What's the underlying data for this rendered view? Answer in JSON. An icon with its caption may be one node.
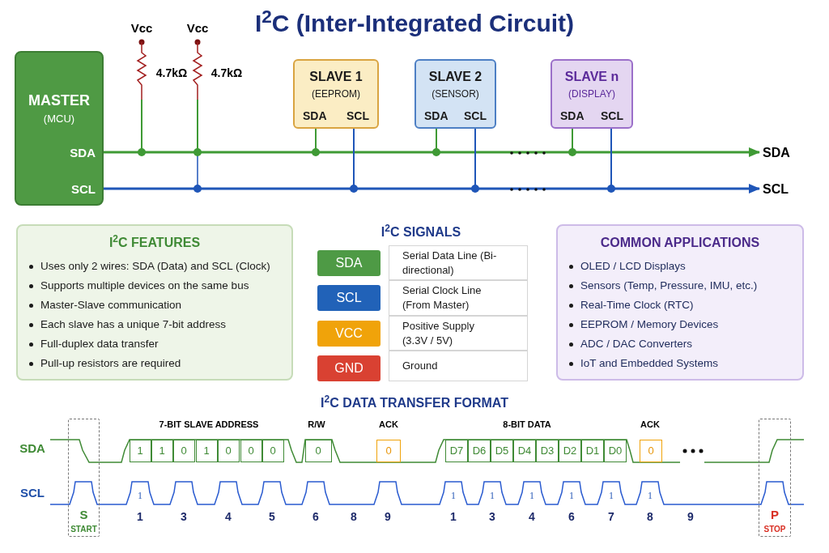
{
  "diagram": {
    "title": "I$^{2}$C (Inter-Integrated Circuit)",
    "nodes": [
      {
        "text": [
          "MASTER",
          "(MCU)",
          "SDA",
          "SCL"
        ]
      },
      {
        "text": [
          "SLAVE 1",
          "(EEPROM)",
          "SDA",
          "SCL"
        ]
      },
      {
        "text": [
          "SLAVE 2",
          "(SENSOR)",
          "SDA",
          "SCL"
        ]
      },
      {
        "text": [
          "SLAVE n",
          "(DISPLAY)",
          "SDA",
          "SCL"
        ]
      },
      {
        "text": [
          "SDA"
        ]
      },
      {
        "text": [
          "SCL"
        ]
      },
      {
        "text": [
          "I$^{2}$C FEATURES",
          "Uses only 2 wires: SDA (Data) and SCL (Clock)",
          "Supports multiple devices on the same bus",
          "Master-Slave communication",
          "Each slave has a unique 7-bit address",
          "Full-duplex data transfer",
          "Pull-up resistors are required"
        ]
      },
      {
        "text": [
          "SDA"
        ],
        "beside": [
          "Serial Data Line (Bi-directional)"
        ]
      },
      {
        "text": [
          "SCL"
        ],
        "beside": [
          "Serial Clock Line (From Master)"
        ]
      },
      {
        "text": [
          "VCC"
        ],
        "beside": [
          "Positive Supply (3.3V / 5V)"
        ]
      },
      {
        "text": [
          "GND"
        ],
        "beside": [
          "Ground"
        ]
      },
      {
        "text": [
          "COMMON APPLICATIONS",
          "OLED / LCD Displays",
          "Sensors (Temp, Pressure, IMU, etc.)",
          "Real-Time Clock (RTC)",
          "EEPROM / Memory Devices",
          "ADC / DAC Converters",
          "IoT and Embedded Systems"
        ]
      },
      {
        "text": [
          "S",
          "START"
        ]
      },
      {
        "text": [
          "P",
          "STOP"
        ]
      }
    ],
    "edges": [
      {
        "from": 0,
        "to": 4,
        "arrow": "to",
        "color": "#3f9a35"
      },
      {
        "from": 0,
        "to": 5,
        "arrow": "to",
        "color": "#1f56b8"
      },
      {
        "from": 1,
        "to": null,
        "arrow": "other",
        "color": "#3f9a35"
      },
      {
        "from": 1,
        "to": null,
        "arrow": "other",
        "color": "#1f56b8"
      },
      {
        "from": 2,
        "to": null,
        "arrow": "other",
        "color": "#3f9a35"
      },
      {
        "from": 2,
        "to": null,
        "arrow": "other",
        "color": "#1f56b8"
      },
      {
        "from": 3,
        "to": null,
        "arrow": "other",
        "color": "#3f9a35"
      },
      {
        "from": 3,
        "to": null,
        "arrow": "other",
        "color": "#1f56b8"
      }
    ],
    "labels": [
      "Vcc",
      "Vcc",
      "4.7kΩ",
      "4.7kΩ",
      "I$^{2}$C SIGNALS",
      "I$^{2}$C DATA TRANSFER FORMAT",
      "7-BIT SLAVE ADDRESS",
      "R/W",
      "ACK",
      "8-BIT DATA",
      "ACK",
      "SDA",
      "SCL",
      "1",
      "1",
      "0",
      "1",
      "0",
      "0",
      "0",
      "0",
      "0",
      "D7",
      "D6",
      "D5",
      "D4",
      "D3",
      "D2",
      "D1",
      "D0",
      "0",
      "1",
      "1",
      "1",
      "1",
      "1",
      "1",
      "1",
      "1",
      "3",
      "4",
      "5",
      "6",
      "8",
      "9",
      "1",
      "3",
      "4",
      "6",
      "7",
      "8",
      "9"
    ]
  }
}
